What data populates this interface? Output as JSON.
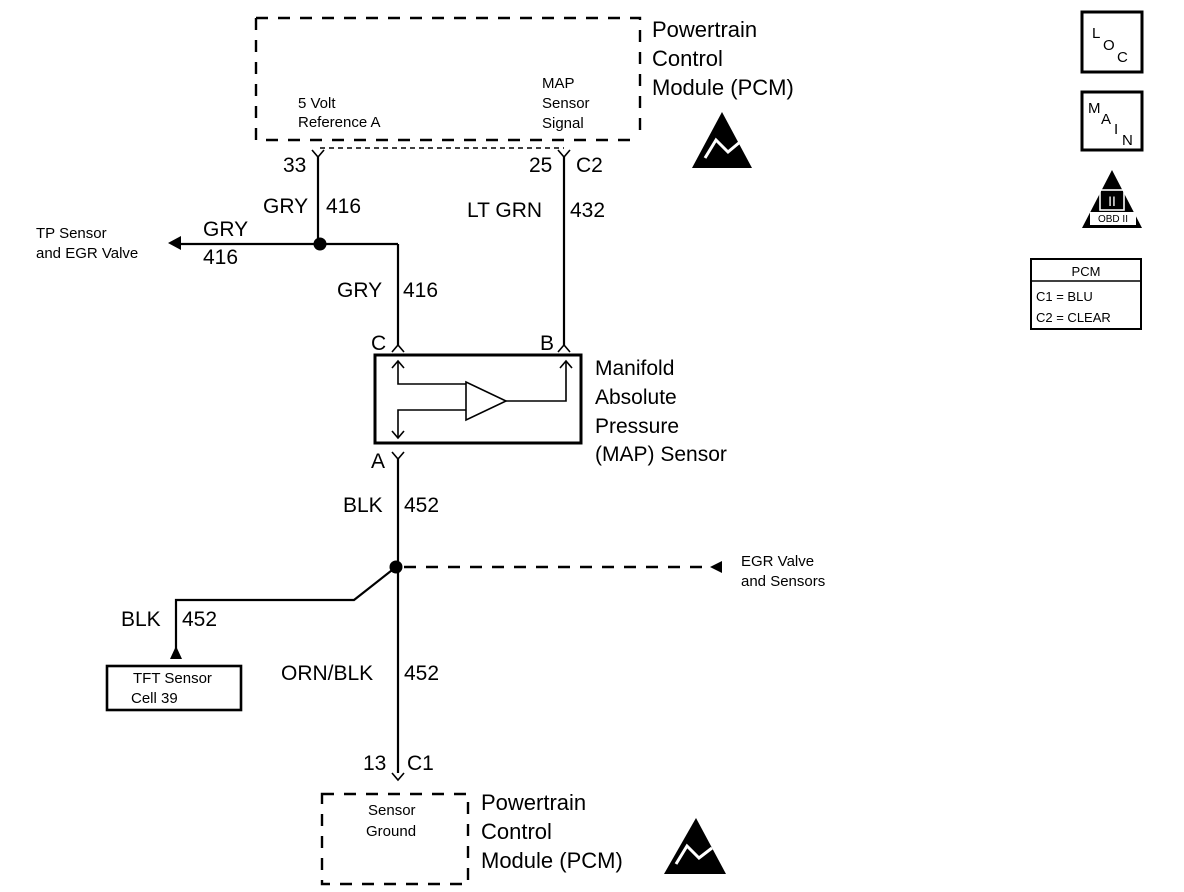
{
  "pcm_top": {
    "title_lines": [
      "Powertrain",
      "Control",
      "Module (PCM)"
    ],
    "pin_ref_lines": [
      "5 Volt",
      "Reference A"
    ],
    "pin_map_lines": [
      "MAP",
      "Sensor",
      "Signal"
    ]
  },
  "wires": {
    "pin33": "33",
    "pin25": "25",
    "conn_c2": "C2",
    "gry": "GRY",
    "n416": "416",
    "ltgrn": "LT GRN",
    "n432": "432",
    "blk": "BLK",
    "n452": "452",
    "ornblk": "ORN/BLK",
    "pin13": "13",
    "conn_c1": "C1"
  },
  "offpage": {
    "tp_lines": [
      "TP Sensor",
      "and EGR Valve"
    ],
    "egr_lines": [
      "EGR Valve",
      "and Sensors"
    ],
    "tft_lines": [
      "TFT Sensor",
      "Cell 39"
    ]
  },
  "map_sensor": {
    "pin_c": "C",
    "pin_b": "B",
    "pin_a": "A",
    "title_lines": [
      "Manifold",
      "Absolute",
      "Pressure",
      "(MAP) Sensor"
    ]
  },
  "pcm_bottom": {
    "title_lines": [
      "Powertrain",
      "Control",
      "Module (PCM)"
    ],
    "ground_lines": [
      "Sensor",
      "Ground"
    ]
  },
  "legend": {
    "loc": [
      "L",
      "O",
      "C"
    ],
    "main": [
      "M",
      "A",
      "I",
      "N"
    ],
    "obd_numeral": "II",
    "obd_text": "OBD II",
    "pcm_title": "PCM",
    "pcm_rows": [
      "C1 = BLU",
      "C2 = CLEAR"
    ]
  }
}
